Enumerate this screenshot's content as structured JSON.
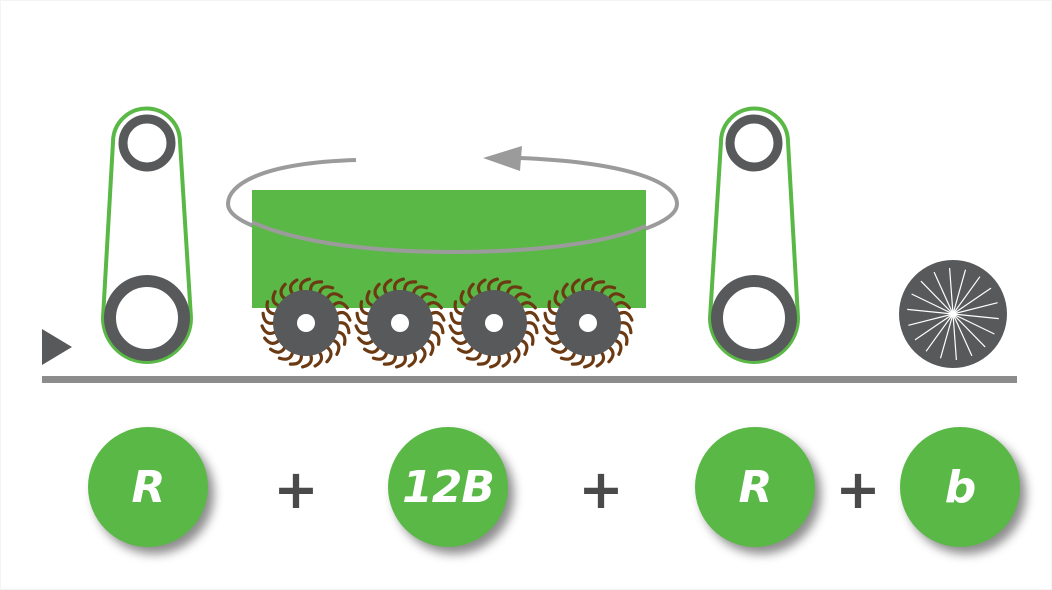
{
  "colors": {
    "green": "#5ab846",
    "dark_gray": "#4a4a4a",
    "wheel_gray": "#58595b",
    "line_gray": "#8c8c8c",
    "bristle_brown": "#6b3a12",
    "white": "#ffffff"
  },
  "icons": {
    "feed_direction": "triangle-right-icon",
    "rotation": "rotation-arrow-icon",
    "belt_unit": "belt-roller-icon",
    "brush": "brush-wheel-icon",
    "final_brush": "radial-brush-icon"
  },
  "formula": {
    "stations": [
      {
        "label": "R"
      },
      {
        "label": "12B"
      },
      {
        "label": "R"
      },
      {
        "label": "b"
      }
    ],
    "operators": [
      "+",
      "+",
      "+"
    ]
  }
}
